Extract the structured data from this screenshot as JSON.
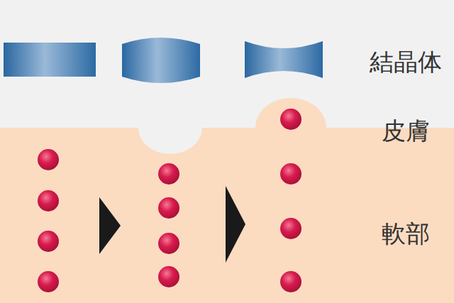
{
  "diagram": {
    "labels": [
      "結晶体",
      "皮膚",
      "軟部"
    ]
  }
}
